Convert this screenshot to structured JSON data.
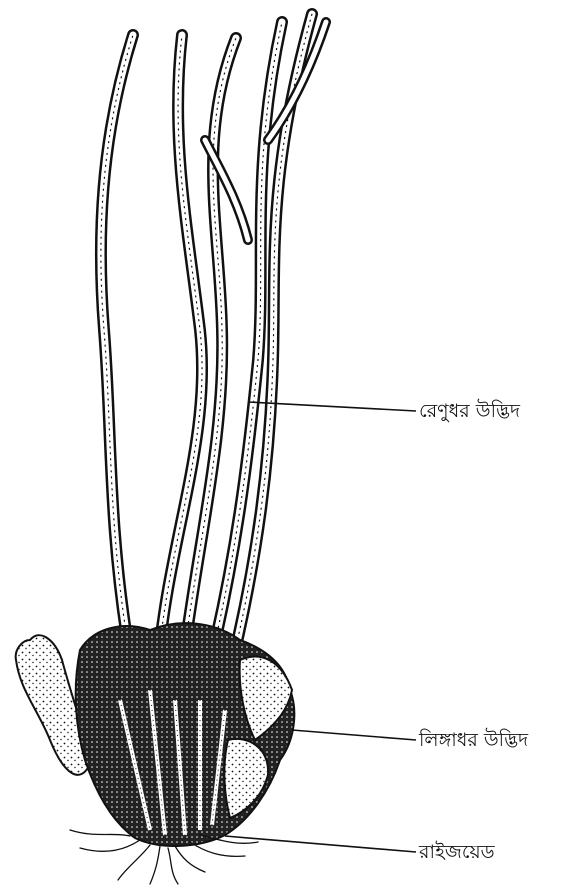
{
  "diagram": {
    "labels": [
      {
        "id": "sporophyte",
        "text": "রেণুধর উদ্ভিদ"
      },
      {
        "id": "gametophyte",
        "text": "লিঙ্গাধর উদ্ভিদ"
      },
      {
        "id": "rhizoid",
        "text": "রাইজয়েড"
      }
    ]
  },
  "colors": {
    "ink": "#111111",
    "background": "#ffffff"
  }
}
